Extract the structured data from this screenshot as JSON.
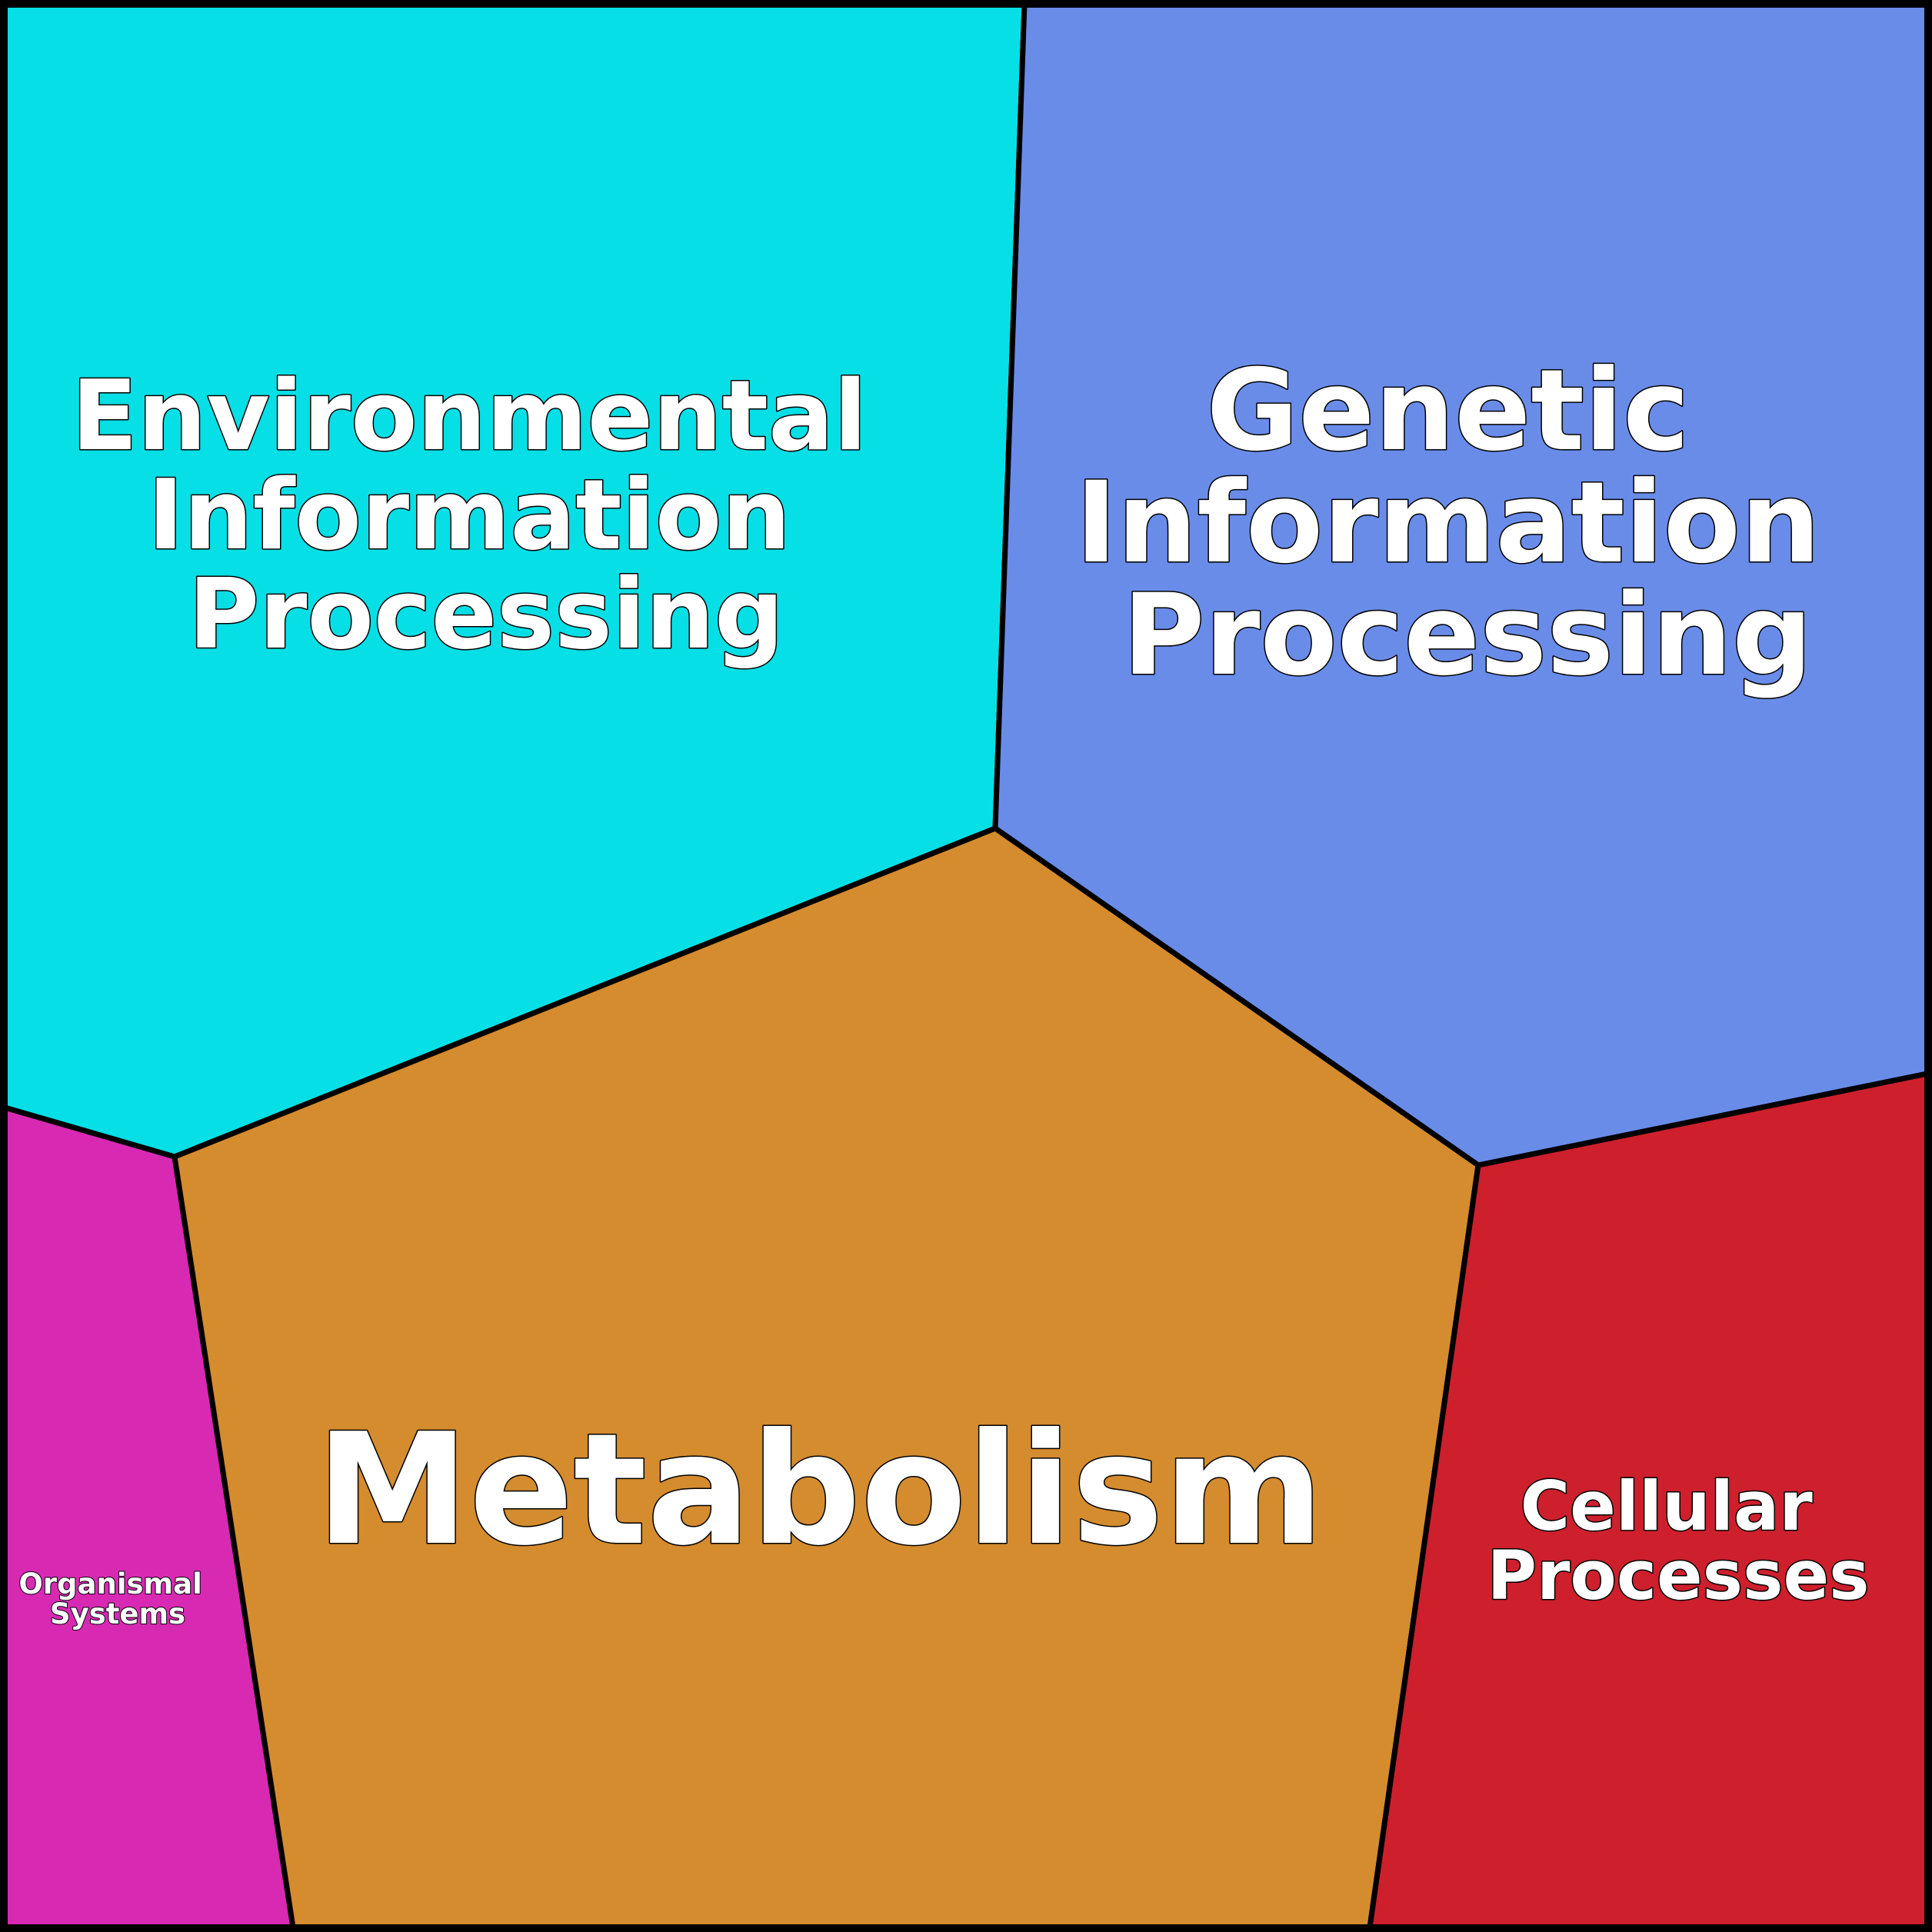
{
  "diagram": {
    "regions": [
      {
        "id": "environmental",
        "lines": [
          "Environmental",
          "Information",
          "Processing"
        ],
        "color": "#06dfe5"
      },
      {
        "id": "genetic",
        "lines": [
          "Genetic",
          "Information",
          "Processing"
        ],
        "color": "#6a8ce9"
      },
      {
        "id": "metabolism",
        "lines": [
          "Metabolism"
        ],
        "color": "#d48c2f"
      },
      {
        "id": "organismal",
        "lines": [
          "Organismal",
          "Systems"
        ],
        "color": "#d829b3"
      },
      {
        "id": "cellular",
        "lines": [
          "Cellular",
          "Processes"
        ],
        "color": "#ce1f2d"
      }
    ]
  }
}
